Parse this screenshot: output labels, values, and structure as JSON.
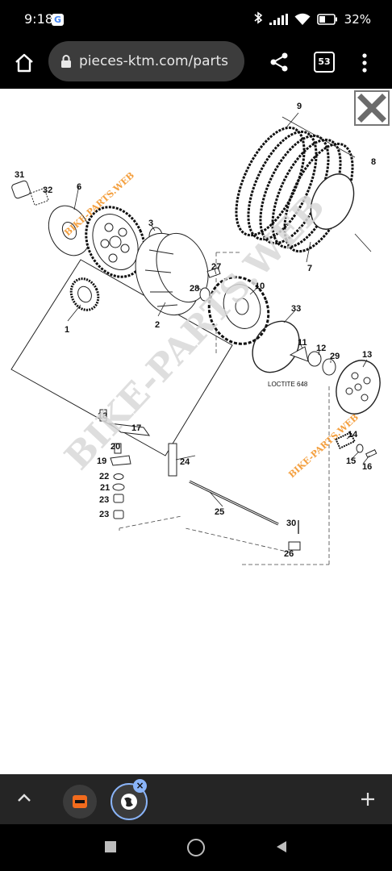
{
  "status_bar": {
    "time": "9:18",
    "app_badge": "G",
    "battery": "32%"
  },
  "browser": {
    "url": "pieces-ktm.com/parts",
    "tab_count": "53"
  },
  "diagram": {
    "part_numbers": [
      "1",
      "2",
      "3",
      "6",
      "7",
      "8",
      "9",
      "10",
      "11",
      "12",
      "13",
      "14",
      "15",
      "16",
      "17",
      "18",
      "19",
      "20",
      "21",
      "22",
      "23",
      "23",
      "24",
      "25",
      "26",
      "27",
      "28",
      "29",
      "30",
      "31",
      "32",
      "33"
    ],
    "annotation": "LOCTITE 648",
    "watermark_main": "BIKE-PARTS.WEB",
    "watermark_small": "BIKE-PARTS.WEB"
  },
  "tab_strip": {
    "close_badge": "×"
  }
}
